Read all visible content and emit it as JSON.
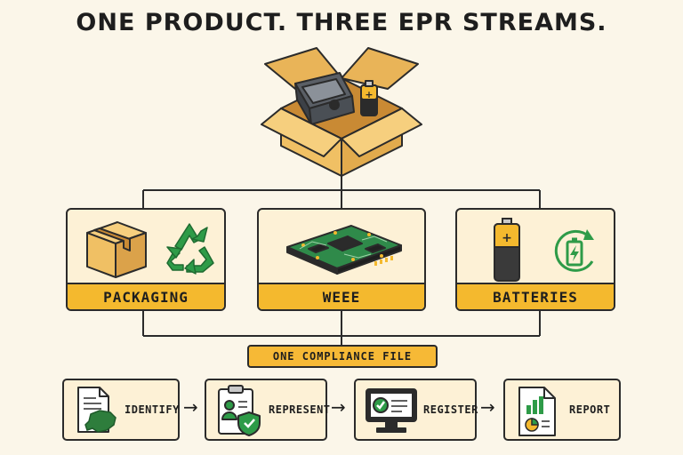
{
  "title": "ONE PRODUCT. THREE EPR STREAMS.",
  "product_icon": "open-box-with-device-and-battery-icon",
  "streams": [
    {
      "label": "PACKAGING",
      "icons": [
        "cardboard-box-icon",
        "recycle-icon"
      ]
    },
    {
      "label": "WEEE",
      "icons": [
        "circuit-board-icon"
      ]
    },
    {
      "label": "BATTERIES",
      "icons": [
        "battery-icon",
        "battery-recycle-icon"
      ]
    }
  ],
  "compliance_badge": "ONE COMPLIANCE FILE",
  "steps": [
    {
      "label": "IDENTIFY",
      "icon": "document-map-icon"
    },
    {
      "label": "REPRESENT",
      "icon": "representative-shield-icon"
    },
    {
      "label": "REGISTER",
      "icon": "monitor-check-icon"
    },
    {
      "label": "REPORT",
      "icon": "report-chart-icon"
    }
  ],
  "colors": {
    "background": "#fbf6e9",
    "accent": "#f4b92e",
    "card": "#fdf1d6",
    "green": "#2e9b48",
    "cardboard": "#f0c064"
  }
}
